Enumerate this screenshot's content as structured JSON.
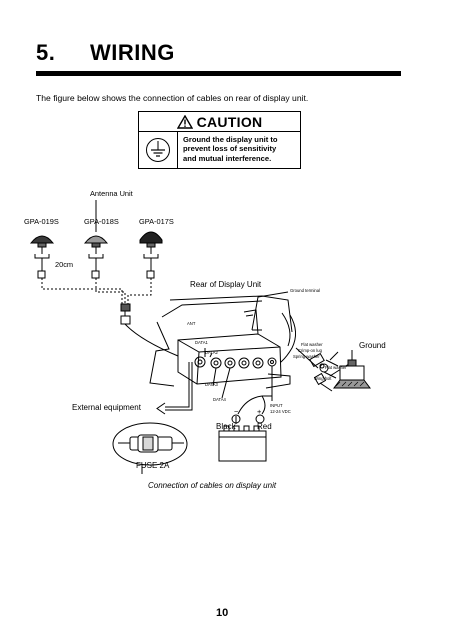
{
  "section": {
    "number": "5.",
    "title": "WIRING"
  },
  "intro": "The figure below shows the connection of cables on rear of display unit.",
  "caution": {
    "title": "CAUTION",
    "lines": [
      "Ground the display unit to",
      "prevent loss of sensitivity",
      "and mutual interference."
    ],
    "icons": [
      "warning-triangle-icon",
      "ground-symbol-icon"
    ]
  },
  "diagram": {
    "antenna_unit": "Antenna Unit",
    "antennas": [
      "GPA-019S",
      "GPA-018S",
      "GPA-017S"
    ],
    "cable_length": "20cm",
    "rear_of_display": "Rear of Display Unit",
    "ground_terminal": "Ground terminal",
    "connectors": [
      "ANT",
      "DATA1",
      "DATA2",
      "DATA3",
      "DATA4"
    ],
    "hardware": [
      "Flat washer",
      "Crimp-on lug",
      "Spring washer",
      "Flat washer",
      "Wing bolt"
    ],
    "ground": "Ground",
    "external_equipment": "External equipment",
    "fuse": "FUSE 2A",
    "black": "Black",
    "red": "Red",
    "input_line1": "INPUT",
    "input_line2": "12-24 VDC",
    "minus": "−",
    "plus": "+"
  },
  "caption": "Connection of cables on display unit",
  "page_number": "10"
}
